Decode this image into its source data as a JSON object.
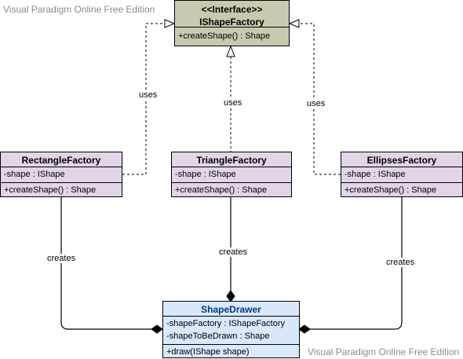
{
  "watermark_top": "Visual Paradigm Online Free Edition",
  "watermark_bottom": "Visual Paradigm Online Free Edition",
  "interface": {
    "stereotype": "<<Interface>>",
    "name": "IShapeFactory",
    "method": "+createShape() : Shape"
  },
  "rectangle_factory": {
    "name": "RectangleFactory",
    "attribute": "-shape : IShape",
    "method": "+createShape() : Shape"
  },
  "triangle_factory": {
    "name": "TriangleFactory",
    "attribute": "-shape : IShape",
    "method": "+createShape() : Shape"
  },
  "ellipses_factory": {
    "name": "EllipsesFactory",
    "attribute": "-shape : IShape",
    "method": "+createShape() : Shape"
  },
  "shape_drawer": {
    "name": "ShapeDrawer",
    "attributes": [
      "-shapeFactory : IShapeFactory",
      "-shapeToBeDrawn : Shape"
    ],
    "method": "+draw(IShape shape)"
  },
  "edge_labels": {
    "uses_left": "uses",
    "uses_center": "uses",
    "uses_right": "uses",
    "creates_left": "creates",
    "creates_center": "creates",
    "creates_right": "creates"
  },
  "colors": {
    "interface_fill": "#c9c9b0",
    "class_fill": "#e1d5e7",
    "drawer_fill": "#dae8fc",
    "drawer_name": "#003a7a"
  }
}
